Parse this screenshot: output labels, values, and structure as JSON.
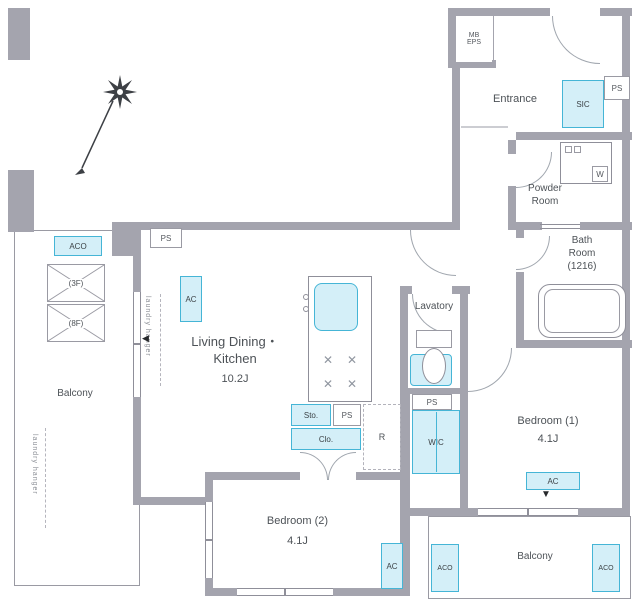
{
  "plan_title": "apartment-floor-plan",
  "colors": {
    "wall": "#a4a4ae",
    "accent_fill": "#d4eff8",
    "accent_border": "#45b5d6",
    "text": "#4d5257"
  },
  "labels": {
    "entrance": "Entrance",
    "mb_eps": "MB\nEPS",
    "sic": "SIC",
    "ps": "PS",
    "w": "W",
    "powder_room": "Powder\nRoom",
    "bath_room": "Bath\nRoom\n(1216)",
    "lavatory": "Lavatory",
    "ldk_name": "Living Dining・\nKitchen",
    "ldk_size": "10.2J",
    "bedroom1_name": "Bedroom (1)",
    "bedroom1_size": "4.1J",
    "bedroom2_name": "Bedroom (2)",
    "bedroom2_size": "4.1J",
    "balcony": "Balcony",
    "wic": "WIC",
    "sto": "Sto.",
    "clo": "Clo.",
    "refrigerator": "R",
    "ac": "AC",
    "aco": "ACO",
    "hatch_3f": "(3F)",
    "hatch_8f": "(8F)",
    "laundry_hanger": "laundry hanger"
  }
}
